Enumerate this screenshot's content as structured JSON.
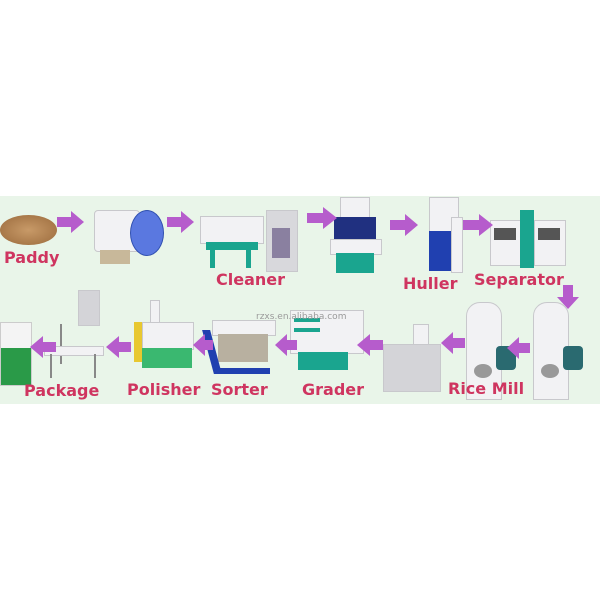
{
  "stages": {
    "paddy": "Paddy",
    "cleaner": "Cleaner",
    "huller": "Huller",
    "separator": "Separator",
    "rice_mill": "Rice Mill",
    "grader": "Grader",
    "sorter": "Sorter",
    "polisher": "Polisher",
    "package": "Package"
  },
  "watermark": "rzxs.en.alibaba.com",
  "colors": {
    "label": "#cf3560",
    "arrow": "#b65ccc",
    "band": "#e9f5e9"
  }
}
